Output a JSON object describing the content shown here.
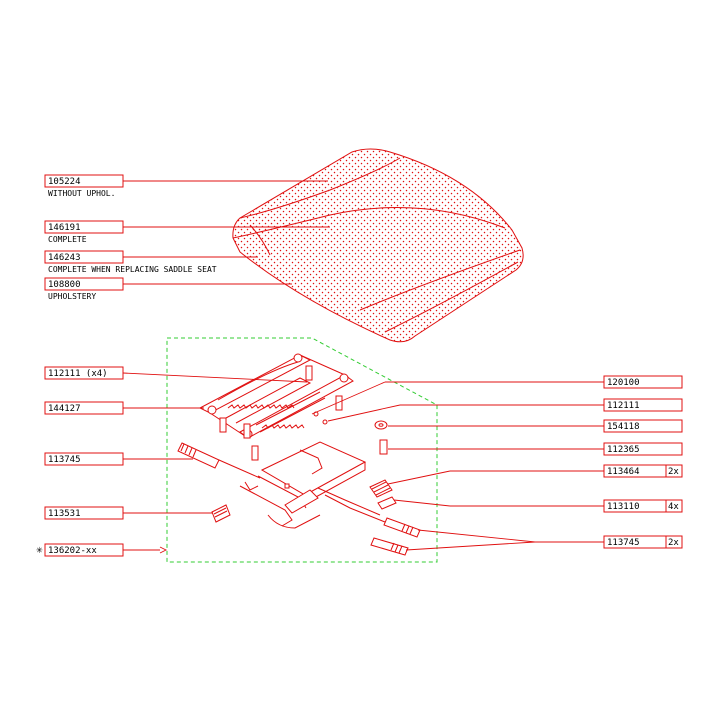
{
  "colors": {
    "line": "#e01010",
    "text": "#000000",
    "dash": "#33cc33",
    "background": "#ffffff"
  },
  "left_labels": [
    {
      "code": "105224",
      "sub": "WITHOUT UPHOL."
    },
    {
      "code": "146191",
      "sub": "COMPLETE"
    },
    {
      "code": "146243",
      "sub": "COMPLETE WHEN REPLACING SADDLE SEAT"
    },
    {
      "code": "108800",
      "sub": "UPHOLSTERY"
    },
    {
      "code": "112111  (x4)",
      "sub": ""
    },
    {
      "code": "144127",
      "sub": ""
    },
    {
      "code": "113745",
      "sub": ""
    },
    {
      "code": "113531",
      "sub": ""
    },
    {
      "code": "136202-xx",
      "sub": "",
      "marker": "✳"
    }
  ],
  "right_labels": [
    {
      "code": "120100",
      "qty": ""
    },
    {
      "code": "112111",
      "qty": ""
    },
    {
      "code": "154118",
      "qty": ""
    },
    {
      "code": "112365",
      "qty": ""
    },
    {
      "code": "113464",
      "qty": "2x"
    },
    {
      "code": "113110",
      "qty": "4x"
    },
    {
      "code": "113745",
      "qty": "2x"
    }
  ]
}
